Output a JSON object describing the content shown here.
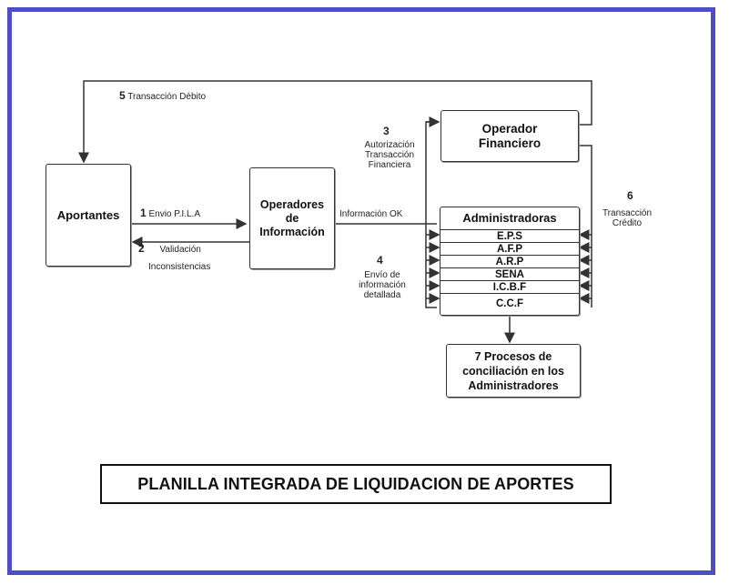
{
  "diagram": {
    "nodes": {
      "aportantes": "Aportantes",
      "operadores_informacion": [
        "Operadores",
        "de",
        "Información"
      ],
      "operador_financiero": [
        "Operador",
        "Financiero"
      ],
      "administradoras": {
        "title": "Administradoras",
        "items": [
          "E.P.S",
          "A.F.P",
          "A.R.P",
          "SENA",
          "I.C.B.F",
          "C.C.F"
        ]
      },
      "procesos": [
        "7 Procesos de",
        "conciliación en los",
        "Administradores"
      ]
    },
    "steps": {
      "s1": {
        "num": "1",
        "text": "Envio P.I.L.A"
      },
      "s2": {
        "num": "2",
        "line1": "Validación",
        "line2": "Inconsistencias"
      },
      "s3": {
        "num": "3",
        "line1": "Autorización",
        "line2": "Transacción",
        "line3": "Financiera"
      },
      "s4": {
        "num": "4",
        "line1": "Envío de",
        "line2": "información",
        "line3": "detallada"
      },
      "s5": {
        "num": "5",
        "text": "Transacción Débito"
      },
      "s6": {
        "num": "6",
        "line1": "Transacción",
        "line2": "Crédito"
      },
      "info_ok": "Información OK"
    },
    "title": "PLANILLA INTEGRADA DE LIQUIDACION DE APORTES"
  },
  "colors": {
    "frame": "#4d4dc6",
    "ink": "#333333"
  }
}
